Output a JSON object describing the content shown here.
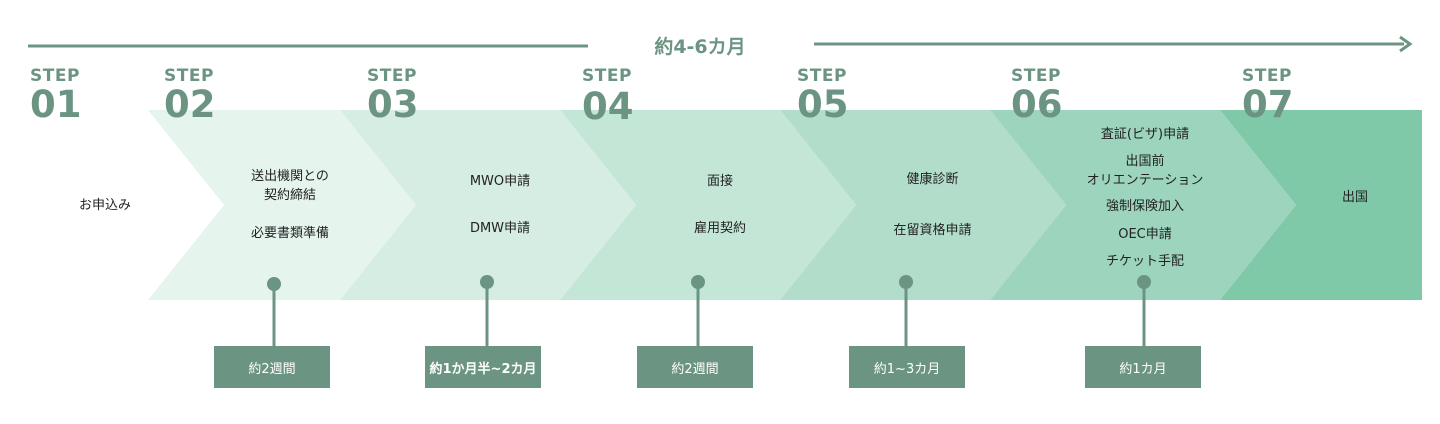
{
  "period": "約4-6カ月",
  "step_word": "STEP",
  "steps": [
    {
      "num": "01",
      "tasks": [
        "お申込み"
      ]
    },
    {
      "num": "02",
      "tasks": [
        "送出機関との\n契約締結",
        "必要書類準備"
      ],
      "duration": "約2週間"
    },
    {
      "num": "03",
      "tasks": [
        "MWO申請",
        "DMW申請"
      ],
      "duration": "約1か月半~2カ月"
    },
    {
      "num": "04",
      "tasks": [
        "面接",
        "雇用契約"
      ],
      "duration": "約2週間"
    },
    {
      "num": "05",
      "tasks": [
        "健康診断",
        "在留資格申請"
      ],
      "duration": "約1~3カ月"
    },
    {
      "num": "06",
      "tasks": [
        "査証(ビザ)申請",
        "出国前\nオリエンテーション",
        "強制保険加入",
        "OEC申請",
        "チケット手配"
      ],
      "duration": "約1カ月"
    },
    {
      "num": "07",
      "tasks": [
        "出国"
      ]
    }
  ],
  "colors": {
    "accent": "#6b9482",
    "band2": "#e6f4ee",
    "band3": "#d6ede3",
    "band4": "#c4e6d7",
    "band5": "#b2ddca",
    "band6": "#9dd4bd",
    "band7": "#80c9a8"
  }
}
